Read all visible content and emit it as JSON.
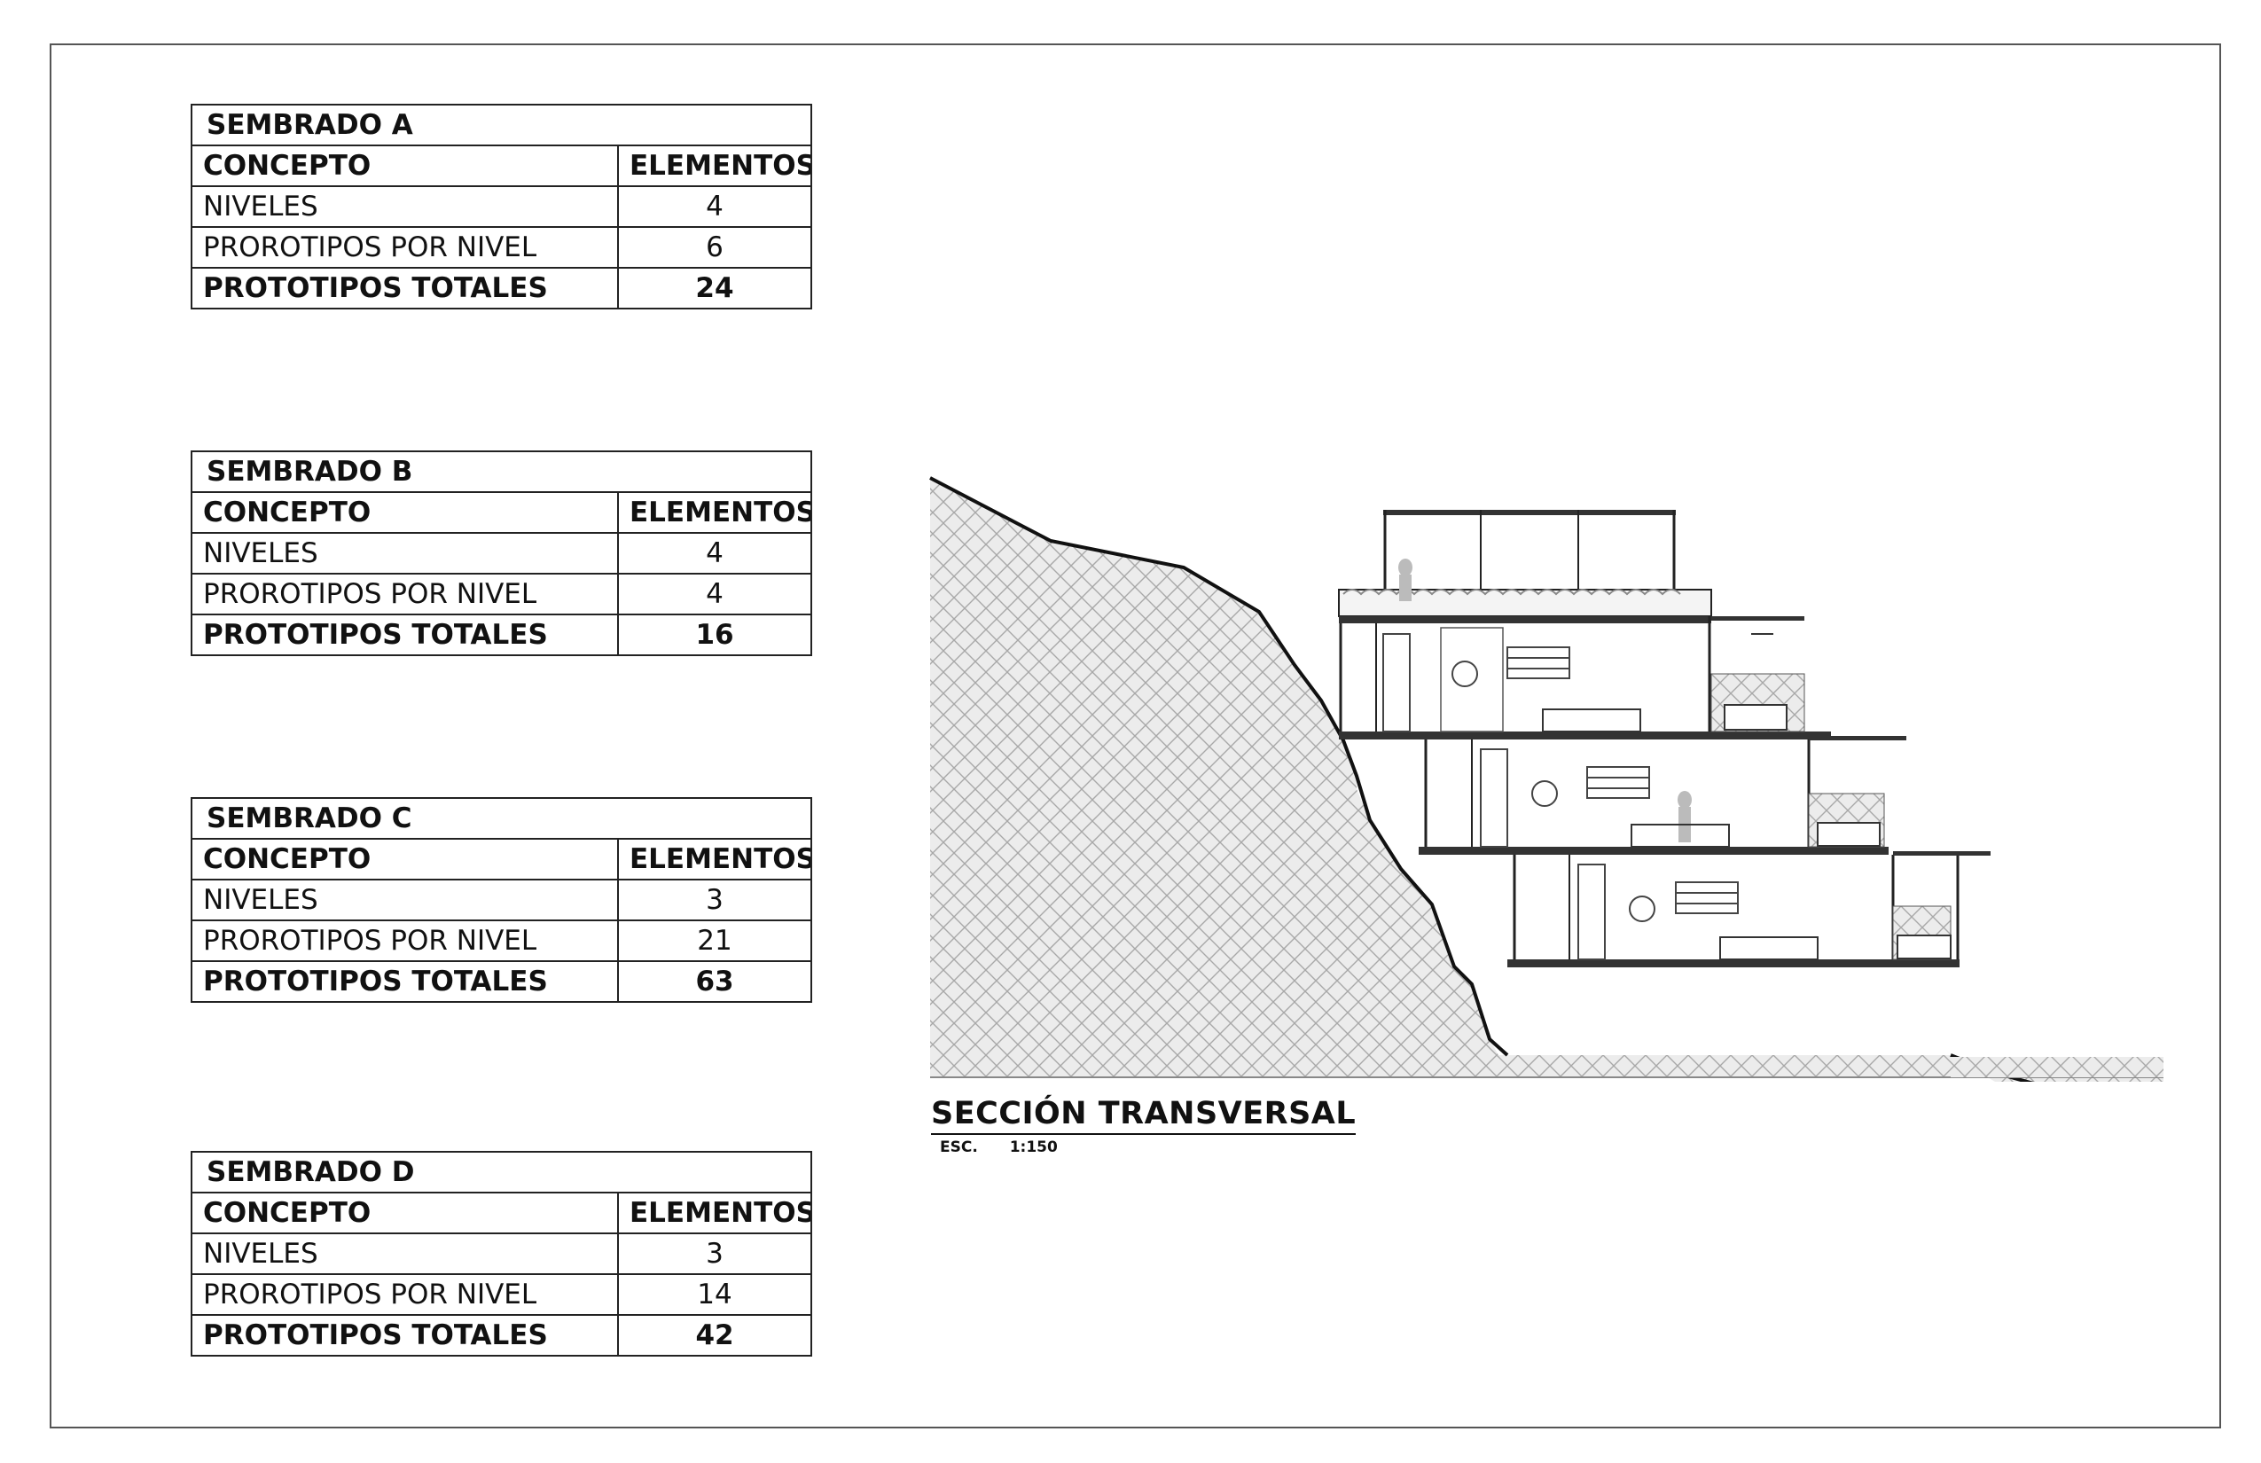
{
  "tables": [
    {
      "title": "SEMBRADO A",
      "headers": [
        "CONCEPTO",
        "ELEMENTOS"
      ],
      "rows": [
        {
          "concepto": "NIVELES",
          "elementos": "4"
        },
        {
          "concepto": "PROROTIPOS POR NIVEL",
          "elementos": "6"
        }
      ],
      "total": {
        "concepto": "PROTOTIPOS  TOTALES",
        "elementos": "24"
      }
    },
    {
      "title": "SEMBRADO B",
      "headers": [
        "CONCEPTO",
        "ELEMENTOS"
      ],
      "rows": [
        {
          "concepto": "NIVELES",
          "elementos": "4"
        },
        {
          "concepto": "PROROTIPOS POR NIVEL",
          "elementos": "4"
        }
      ],
      "total": {
        "concepto": "PROTOTIPOS  TOTALES",
        "elementos": "16"
      }
    },
    {
      "title": "SEMBRADO C",
      "headers": [
        "CONCEPTO",
        "ELEMENTOS"
      ],
      "rows": [
        {
          "concepto": "NIVELES",
          "elementos": "3"
        },
        {
          "concepto": "PROROTIPOS POR NIVEL",
          "elementos": "21"
        }
      ],
      "total": {
        "concepto": "PROTOTIPOS  TOTALES",
        "elementos": "63"
      }
    },
    {
      "title": "SEMBRADO D",
      "headers": [
        "CONCEPTO",
        "ELEMENTOS"
      ],
      "rows": [
        {
          "concepto": "NIVELES",
          "elementos": "3"
        },
        {
          "concepto": "PROROTIPOS POR NIVEL",
          "elementos": "14"
        }
      ],
      "total": {
        "concepto": "PROTOTIPOS  TOTALES",
        "elementos": "42"
      }
    }
  ],
  "section": {
    "title": "SECCIÓN TRANSVERSAL",
    "scale_label": "ESC.",
    "scale_value": "1:150"
  },
  "colors": {
    "line": "#222222",
    "terrain_hatch": "#b0b0b0",
    "terrain_fill": "#e8e8e8",
    "slab": "#333333"
  }
}
